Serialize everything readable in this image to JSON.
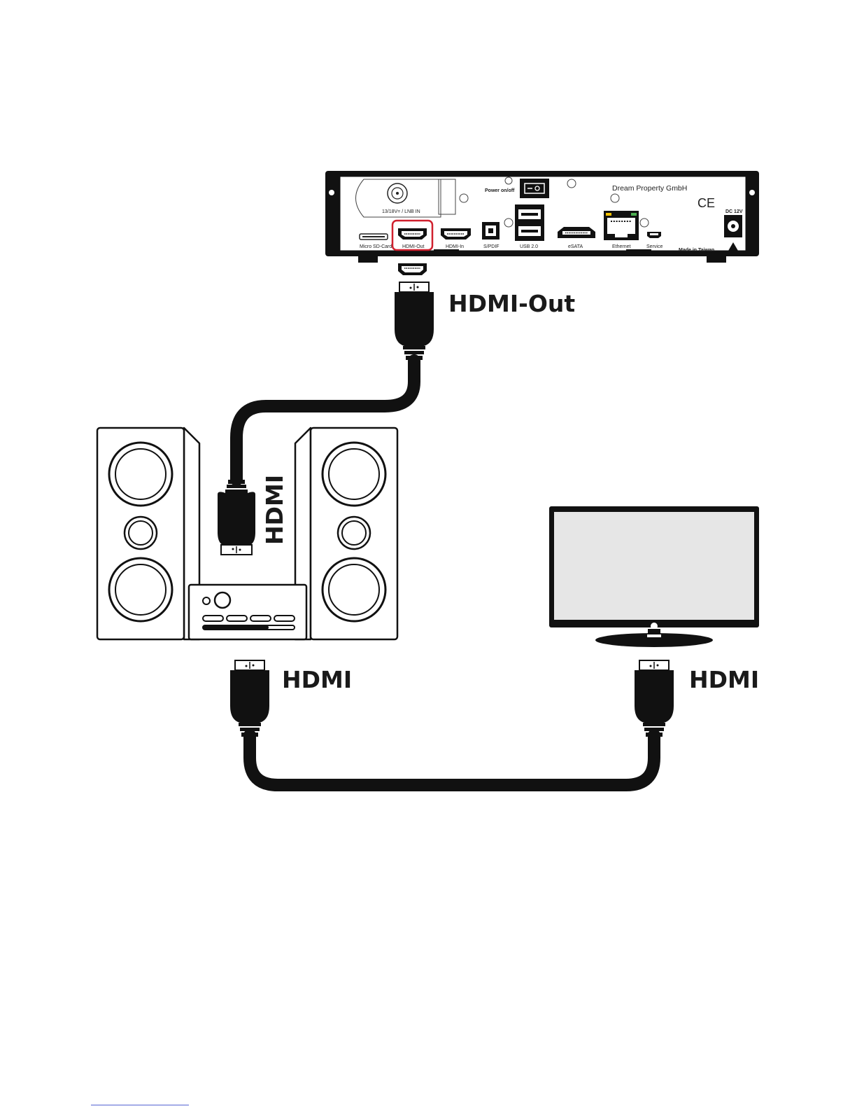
{
  "receiver": {
    "brand": "Dream Property GmbH",
    "power_label": "Power on/off",
    "lnb_label": "13/18V= / LNB IN",
    "ports": [
      "Micro SD-Card",
      "HDMI-Out",
      "HDMI-In",
      "S/PDIF",
      "USB 2.0",
      "eSATA",
      "Ethernet",
      "Service"
    ],
    "dc_label": "DC 12V",
    "origin_label": "Made in Taiwan",
    "ce_mark": "CE",
    "highlighted_port": "HDMI-Out",
    "highlight_color": "#d0202e"
  },
  "labels": {
    "hdmi_out": "HDMI-Out",
    "hdmi_vertical": "HDMI",
    "hdmi_left": "HDMI",
    "hdmi_right": "HDMI"
  },
  "colors": {
    "cable": "#111111",
    "tv_screen": "#e6e6e6"
  }
}
